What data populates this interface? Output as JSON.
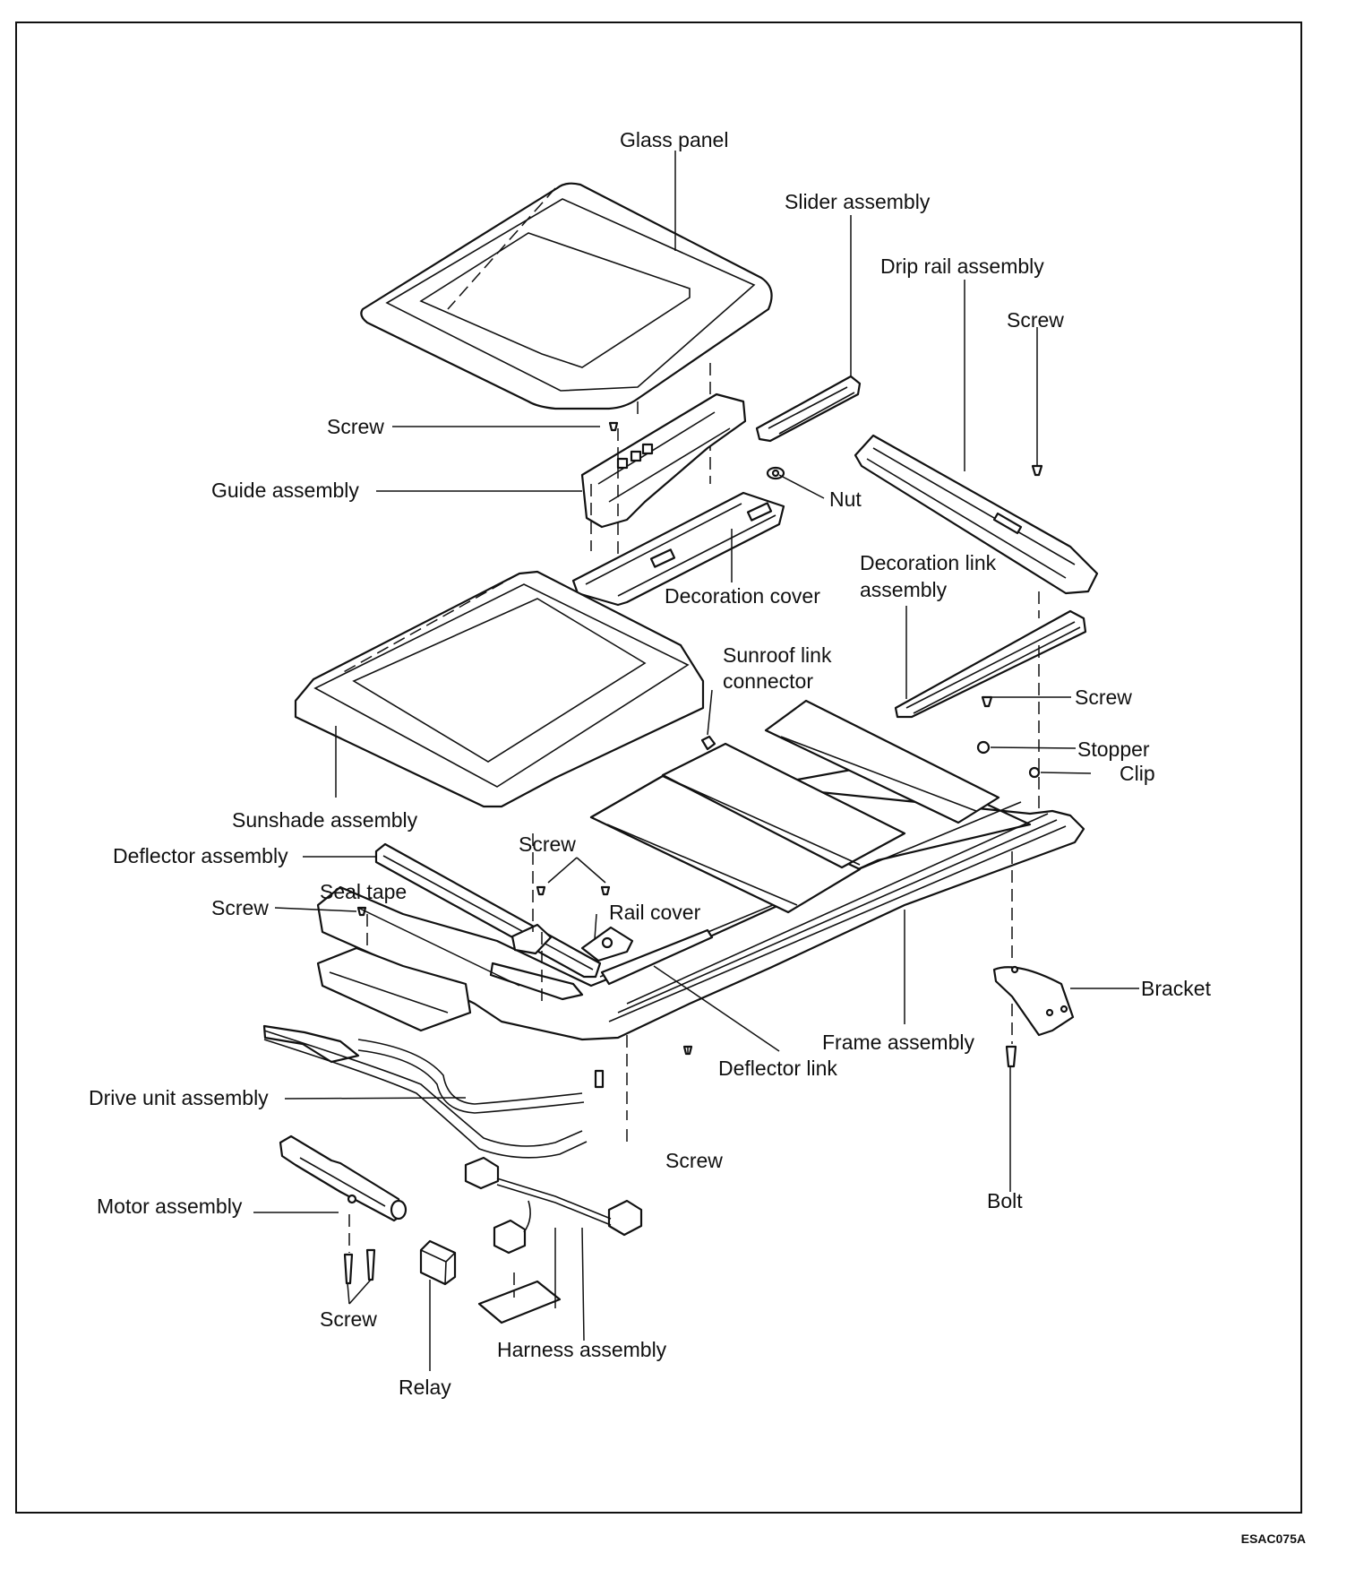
{
  "diagram_code": "ESAC075A",
  "labels": {
    "glass_panel": "Glass panel",
    "slider_assembly": "Slider assembly",
    "drip_rail_assembly": "Drip rail assembly",
    "screw_drip": "Screw",
    "screw_guide": "Screw",
    "guide_assembly": "Guide assembly",
    "nut": "Nut",
    "decoration_cover": "Decoration cover",
    "decoration_link_assembly_1": "Decoration link",
    "decoration_link_assembly_2": "assembly",
    "sunroof_link_connector_1": "Sunroof link",
    "sunroof_link_connector_2": "connector",
    "screw_link": "Screw",
    "stopper": "Stopper",
    "clip": "Clip",
    "sunshade_assembly": "Sunshade assembly",
    "deflector_assembly": "Deflector assembly",
    "screw_rail": "Screw",
    "seal_tape": "Seal tape",
    "screw_seal": "Screw",
    "rail_cover": "Rail cover",
    "bracket": "Bracket",
    "frame_assembly": "Frame assembly",
    "deflector_link": "Deflector link",
    "drive_unit_assembly": "Drive unit assembly",
    "screw_frame": "Screw",
    "bolt": "Bolt",
    "motor_assembly": "Motor assembly",
    "screw_motor": "Screw",
    "harness_assembly": "Harness assembly",
    "relay": "Relay"
  }
}
